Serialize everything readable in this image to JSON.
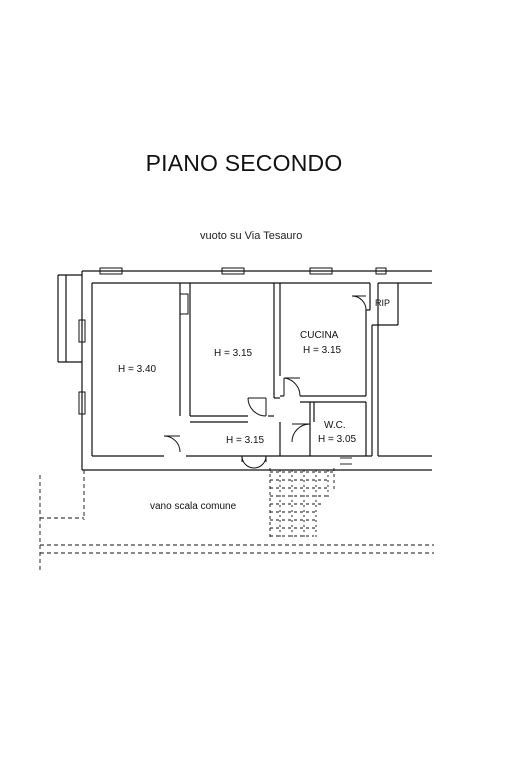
{
  "floor_title": "PIANO SECONDO",
  "street_label": "vuoto su Via Tesauro",
  "rooms": {
    "room_left": {
      "label": "H = 3.40"
    },
    "room_middle": {
      "label": "H = 3.15"
    },
    "kitchen": {
      "name": "CUCINA",
      "label": "H = 3.15"
    },
    "hallway": {
      "label": "H = 3.15"
    },
    "wc": {
      "name": "W.C.",
      "label": "H = 3.05"
    },
    "storage": {
      "name": "RIP"
    }
  },
  "stair_label": "vano scala comune"
}
